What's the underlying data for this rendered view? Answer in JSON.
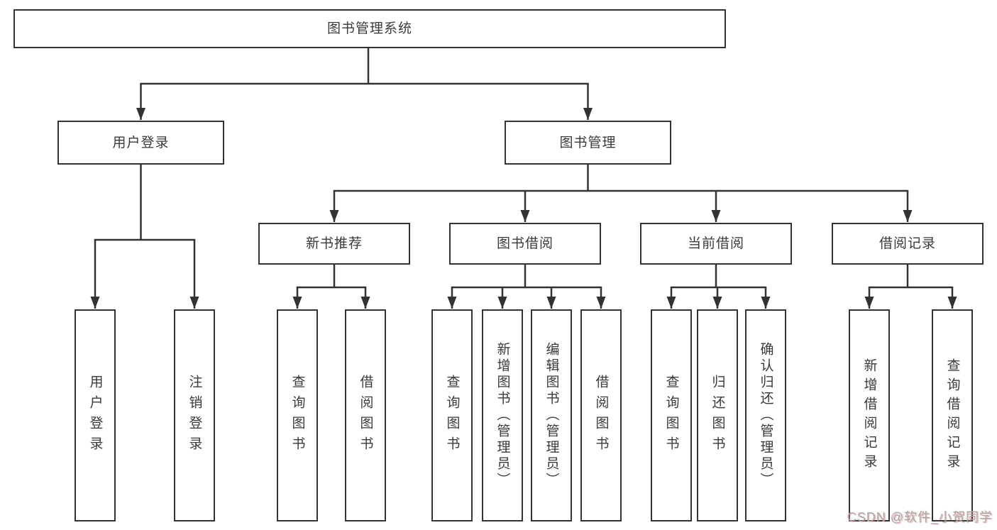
{
  "diagram": {
    "root": {
      "label": "图书管理系统"
    },
    "branches": [
      {
        "label": "用户登录",
        "children": [
          {
            "label": "用户登录"
          },
          {
            "label": "注销登录"
          }
        ]
      },
      {
        "label": "图书管理",
        "sections": [
          {
            "label": "新书推荐",
            "children": [
              {
                "label": "查询图书"
              },
              {
                "label": "借阅图书"
              }
            ]
          },
          {
            "label": "图书借阅",
            "children": [
              {
                "label": "查询图书"
              },
              {
                "label": "新增图书（管理员）"
              },
              {
                "label": "编辑图书（管理员）"
              },
              {
                "label": "借阅图书"
              }
            ]
          },
          {
            "label": "当前借阅",
            "children": [
              {
                "label": "查询图书"
              },
              {
                "label": "归还图书"
              },
              {
                "label": "确认归还（管理员）"
              }
            ]
          },
          {
            "label": "借阅记录",
            "children": [
              {
                "label": "新增借阅记录"
              },
              {
                "label": "查询借阅记录"
              }
            ]
          }
        ]
      }
    ]
  },
  "watermark": {
    "text": "CSDN @软件_小贺同学"
  },
  "colors": {
    "line": "#333333",
    "box_border": "#333333",
    "text": "#3a3a3a",
    "background": "#ffffff",
    "watermark": "#a8a8a8"
  }
}
